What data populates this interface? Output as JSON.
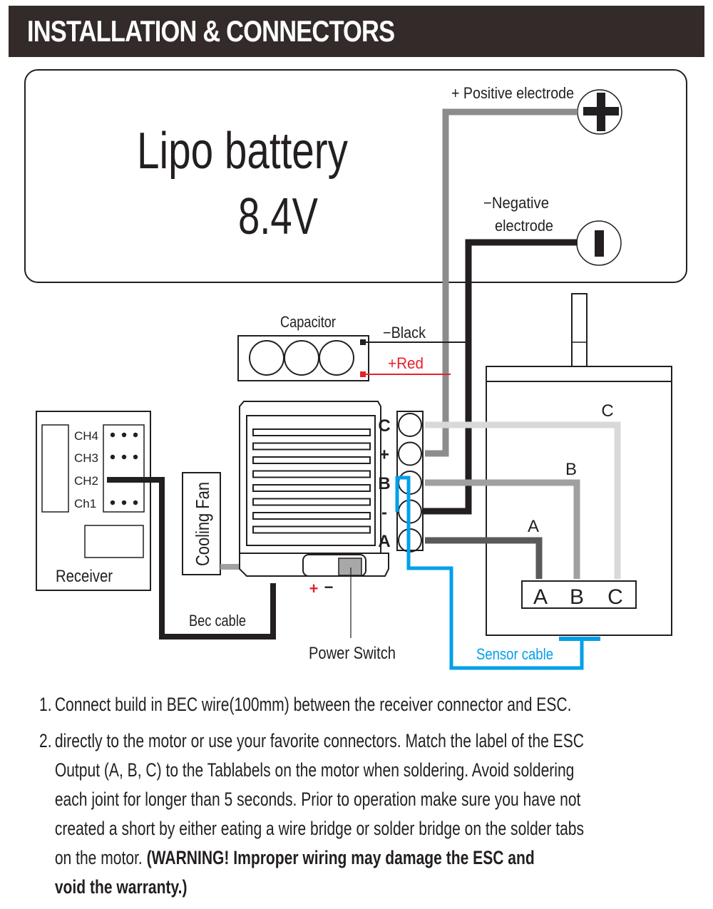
{
  "header": {
    "title": "INSTALLATION & CONNECTORS"
  },
  "battery": {
    "title": "Lipo battery",
    "voltage": "8.4V",
    "positive_label": "+ Positive electrode",
    "negative_label_line1": "−Negative",
    "negative_label_line2": "electrode",
    "positive_icon": "plus-terminal-icon",
    "negative_icon": "minus-terminal-icon"
  },
  "capacitor": {
    "label": "Capacitor",
    "black_label": "−Black",
    "red_label": "+Red"
  },
  "receiver": {
    "label": "Receiver",
    "channels": [
      "CH4",
      "CH3",
      "CH2",
      "Ch1"
    ],
    "connected_channel": "CH2"
  },
  "cooling_fan": {
    "label": "Cooling Fan"
  },
  "esc": {
    "terminals": [
      "C",
      "+",
      "B",
      "-",
      "A"
    ],
    "switch_polarity_plus": "+",
    "switch_polarity_minus": "−"
  },
  "bec_cable": {
    "label": "Bec cable"
  },
  "power_switch": {
    "label": "Power Switch"
  },
  "motor": {
    "wire_labels": [
      "A",
      "B",
      "C"
    ],
    "tab_labels": [
      "A",
      "B",
      "C"
    ]
  },
  "sensor_cable": {
    "label": "Sensor cable"
  },
  "colors": {
    "header_bg": "#332b29",
    "ink": "#231f20",
    "red": "#e8202a",
    "sensor_blue": "#00a0e9",
    "wire_positive": "#8c8c8c",
    "wire_negative": "#231f20",
    "wire_a": "#5a5a5a",
    "wire_b": "#a0a0a0",
    "wire_c": "#d9d9d9",
    "fan_wire": "#a0a0a0"
  },
  "instructions": [
    {
      "number": "1.",
      "lines": [
        "Connect build in BEC wire(100mm) between the receiver connector and ESC."
      ]
    },
    {
      "number": "2.",
      "lines": [
        "directly to the motor or use your favorite connectors. Match the label of the ESC",
        "Output (A, B, C) to the Tablabels on the motor when soldering. Avoid soldering",
        "each joint for longer than 5 seconds. Prior to operation make sure you have not",
        "created a short by either eating a wire bridge or solder bridge on the solder tabs"
      ],
      "last_line_prefix": "on the motor. ",
      "warning_part1": "(WARNING! Improper wiring may damage the ESC and",
      "warning_part2": "void the warranty.)"
    }
  ]
}
